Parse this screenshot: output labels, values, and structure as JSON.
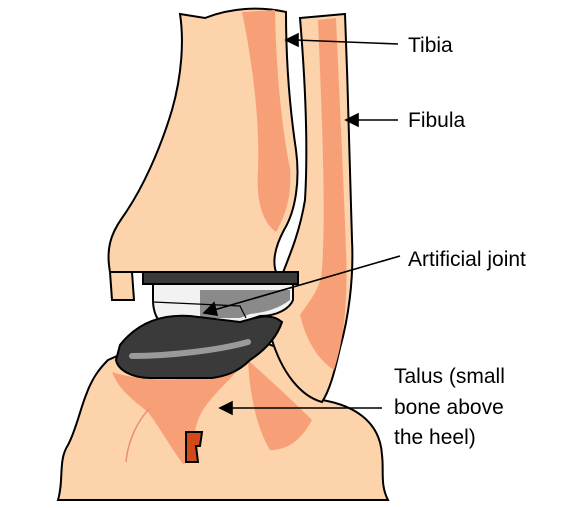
{
  "labels": {
    "tibia": "Tibia",
    "fibula": "Fibula",
    "artificial_joint": "Artificial joint",
    "talus_line1": "Talus (small",
    "talus_line2": "bone above",
    "talus_line3": "the heel)"
  },
  "colors": {
    "bone": "#fcd3ab",
    "bone_shade": "#f7a077",
    "talus_insert": "#3a3a3a",
    "metal": "#f2f2f2",
    "metal_shadow": "#8a8a8a",
    "marker": "#d24a16",
    "outline": "#000000"
  }
}
